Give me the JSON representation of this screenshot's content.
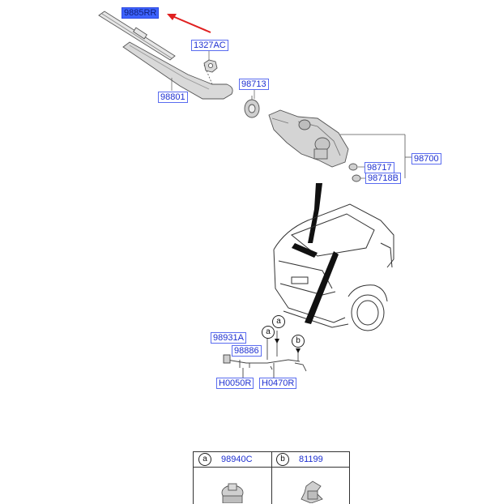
{
  "labels": {
    "p9885RR": "9885RR",
    "p1327AC": "1327AC",
    "p98713": "98713",
    "p98801": "98801",
    "p98700": "98700",
    "p98717": "98717",
    "p98718B": "98718B",
    "p98931A": "98931A",
    "p98886": "98886",
    "pH0050R": "H0050R",
    "pH0470R": "H0470R"
  },
  "callouts": {
    "a": "a",
    "b": "b"
  },
  "table": {
    "cells": [
      {
        "circle": "a",
        "part": "98940C"
      },
      {
        "circle": "b",
        "part": "81199"
      }
    ]
  },
  "colors": {
    "label_text": "#1d2fd0",
    "label_border": "#5a6cf0",
    "selected_bg": "#3d63ff",
    "arrow": "#e02020"
  }
}
